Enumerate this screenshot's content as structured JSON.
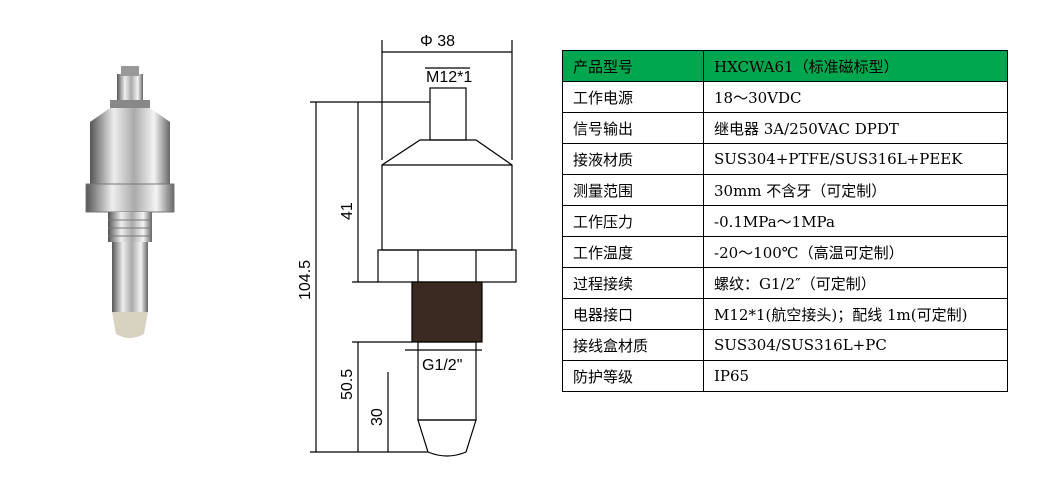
{
  "dimensions": {
    "diameter": "Φ 38",
    "connector_thread": "M12*1",
    "total_height": "104.5",
    "body_height": "41",
    "lower_height": "50.5",
    "tip_height": "30",
    "process_thread": "G1/2\""
  },
  "spec_table": {
    "header_color": "#00a74f",
    "rows": [
      {
        "label": "产品型号",
        "value": "HXCWA61（标准磁标型）"
      },
      {
        "label": "工作电源",
        "value": "18～30VDC"
      },
      {
        "label": "信号输出",
        "value": "继电器 3A/250VAC DPDT"
      },
      {
        "label": "接液材质",
        "value": "SUS304+PTFE/SUS316L+PEEK"
      },
      {
        "label": "测量范围",
        "value": "30mm 不含牙（可定制）"
      },
      {
        "label": "工作压力",
        "value": "-0.1MPa～1MPa"
      },
      {
        "label": "工作温度",
        "value": "-20～100℃（高温可定制）"
      },
      {
        "label": "过程接续",
        "value": "螺纹：G1/2″（可定制）"
      },
      {
        "label": "电器接口",
        "value": "M12*1(航空接头)；配线 1m(可定制)"
      },
      {
        "label": "接线盒材质",
        "value": "SUS304/SUS316L+PC"
      },
      {
        "label": "防护等级",
        "value": "IP65"
      }
    ]
  }
}
